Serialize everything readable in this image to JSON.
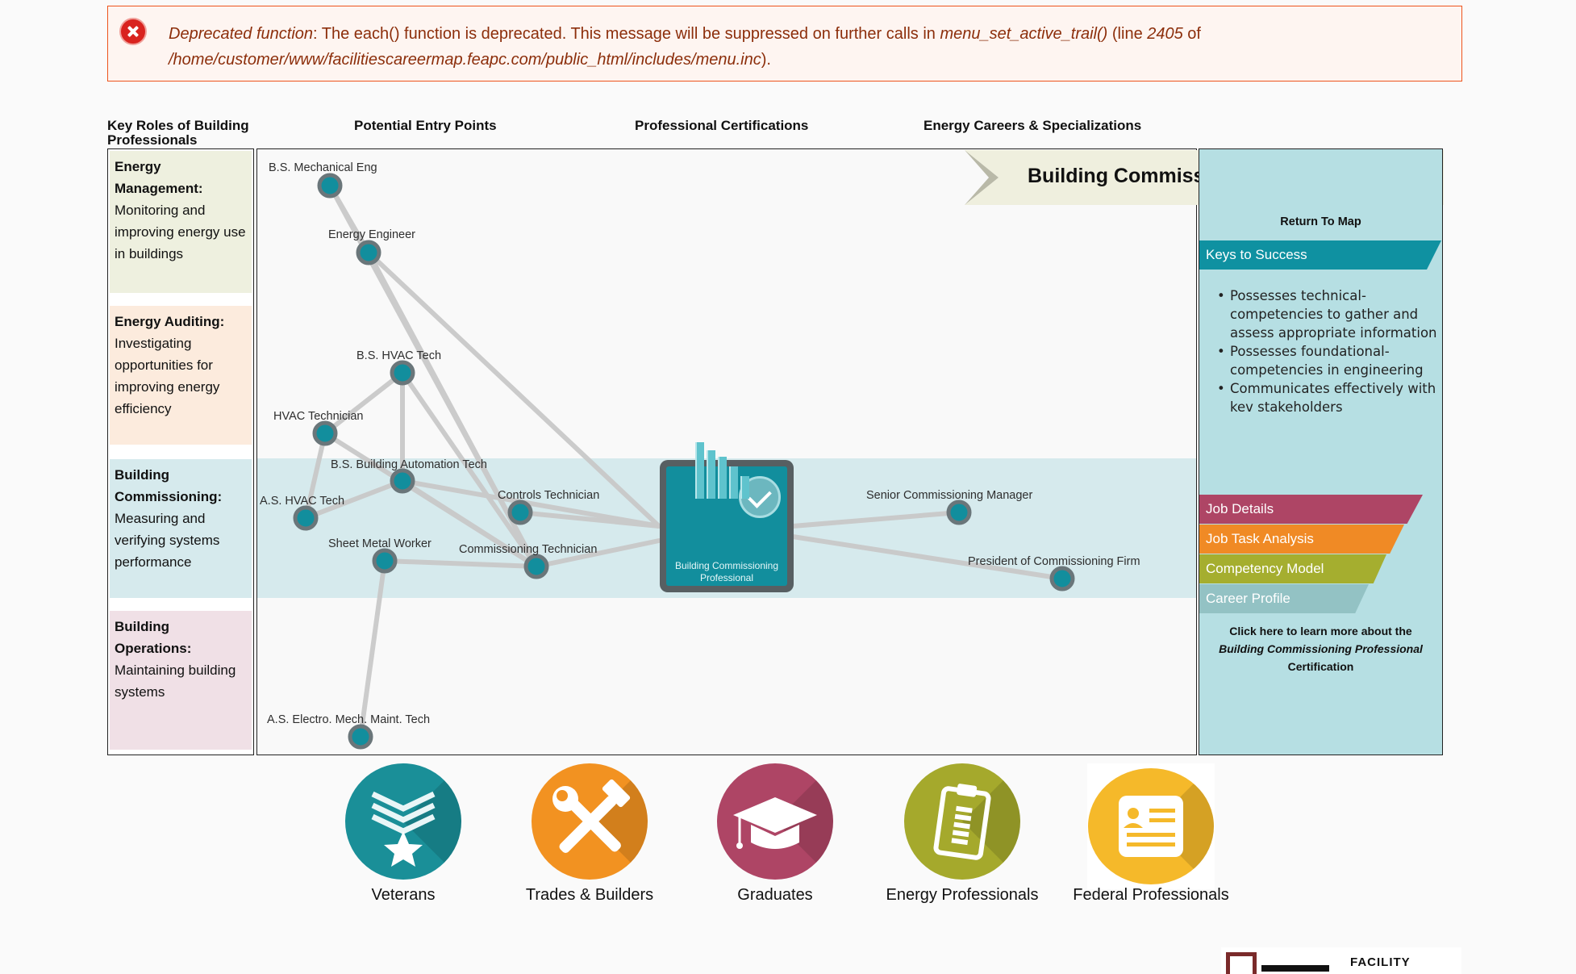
{
  "error": {
    "label": "Deprecated function",
    "message": ": The each() function is deprecated. This message will be suppressed on further calls in ",
    "function_name": "menu_set_active_trail()",
    "line_prefix": " (line ",
    "line_number": "2405",
    "of_text": " of ",
    "path": "/home/customer/www/facilitiescareermap.feapc.com/public_html/includes/menu.inc",
    "suffix": ")."
  },
  "columns": {
    "key_roles": "Key Roles of Building Professionals",
    "entry_points": "Potential Entry Points",
    "certifications": "Professional Certifications",
    "careers": "Energy Careers & Specializations"
  },
  "roles": [
    {
      "title": "Energy Management:",
      "desc": "Monitoring and improving energy use in buildings"
    },
    {
      "title": "Energy Auditing:",
      "desc": "Investigating opportunities for improving energy efficiency"
    },
    {
      "title": "Building Commissioning:",
      "desc": "Measuring and verifying systems performance"
    },
    {
      "title": "Building Operations:",
      "desc": "Maintaining building systems"
    }
  ],
  "map": {
    "nodes": {
      "bs_mech": "B.S. Mechanical Eng",
      "energy_eng": "Energy Engineer",
      "bs_hvac": "B.S. HVAC Tech",
      "hvac_tech": "HVAC Technician",
      "bs_bat": "B.S. Building Automation Tech",
      "as_hvac": "A.S. HVAC Tech",
      "controls": "Controls Technician",
      "sheet_metal": "Sheet Metal Worker",
      "comm_tech": "Commissioning Technician",
      "senior_mgr": "Senior Commissioning Manager",
      "president": "President of Commissioning Firm",
      "as_electro": "A.S. Electro. Mech. Maint. Tech"
    },
    "center_label": "Building Commissioning Professional"
  },
  "title": "Building Commissioning Professional",
  "sidebar": {
    "return_label": "Return To Map",
    "keys_label": "Keys to Success",
    "keys": [
      "Possesses technical-competencies to gather and assess appropriate information",
      "Possesses foundational-competencies in engineering",
      "Communicates effectively with kev stakeholders"
    ],
    "tabs": {
      "job_details": "Job Details",
      "task_analysis": "Job Task Analysis",
      "competency": "Competency Model",
      "career_profile": "Career Profile"
    },
    "cert_prefix": "Click here to learn more about the",
    "cert_name": "Building Commissioning Professional",
    "cert_suffix": "Certification"
  },
  "audiences": {
    "veterans": "Veterans",
    "trades": "Trades & Builders",
    "graduates": "Graduates",
    "energy": "Energy Professionals",
    "federal": "Federal Professionals"
  },
  "footer": {
    "logo_text": "FACILITY"
  },
  "colors": {
    "error_border": "#ed541d",
    "node_teal": "#128e9d",
    "keys_tab": "#0f91a1",
    "job_details": "#ae4565",
    "task_analysis": "#f08a25",
    "competency": "#a5ae2f",
    "career_profile": "#93c2c4"
  },
  "icons": {
    "error": "error-x-icon",
    "veterans": "chevron-star-icon",
    "trades": "wrench-hammer-icon",
    "graduates": "graduation-cap-icon",
    "energy": "clipboard-icon",
    "federal": "id-card-icon"
  }
}
